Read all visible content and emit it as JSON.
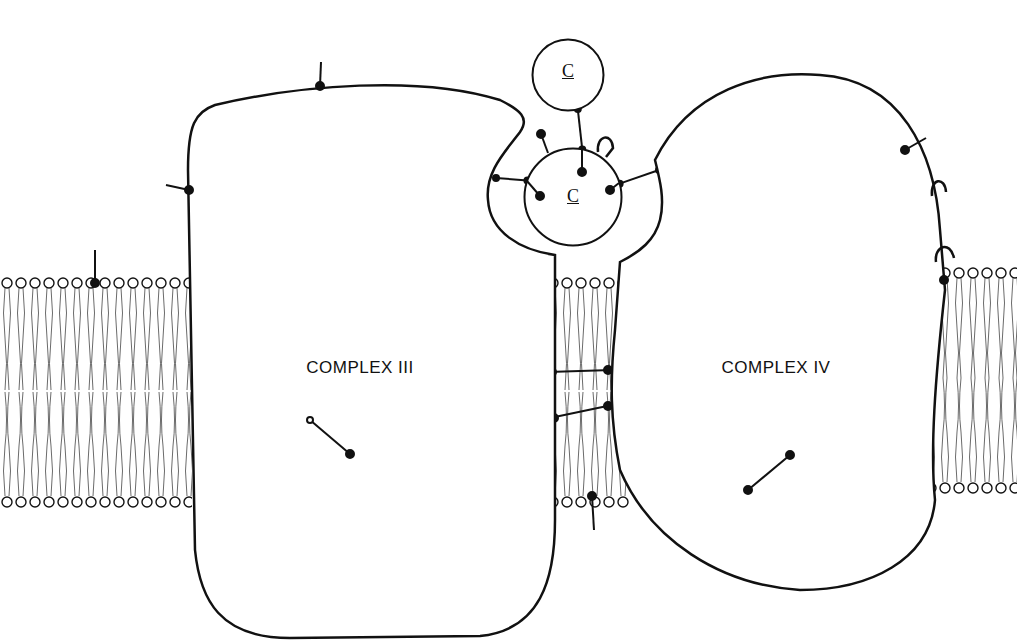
{
  "diagram": {
    "nodes": [
      {
        "text": [
          "C"
        ]
      },
      {
        "text": [
          "COMPLEX III"
        ]
      },
      {
        "text": [
          "C"
        ]
      },
      {
        "text": [
          "COMPLEX IV"
        ]
      }
    ],
    "edges": [
      {
        "from": 0,
        "to": 2,
        "arrow": "none"
      },
      {
        "from": 1,
        "to": 2,
        "arrow": "none"
      },
      {
        "from": 2,
        "to": 3,
        "arrow": "none"
      }
    ]
  }
}
